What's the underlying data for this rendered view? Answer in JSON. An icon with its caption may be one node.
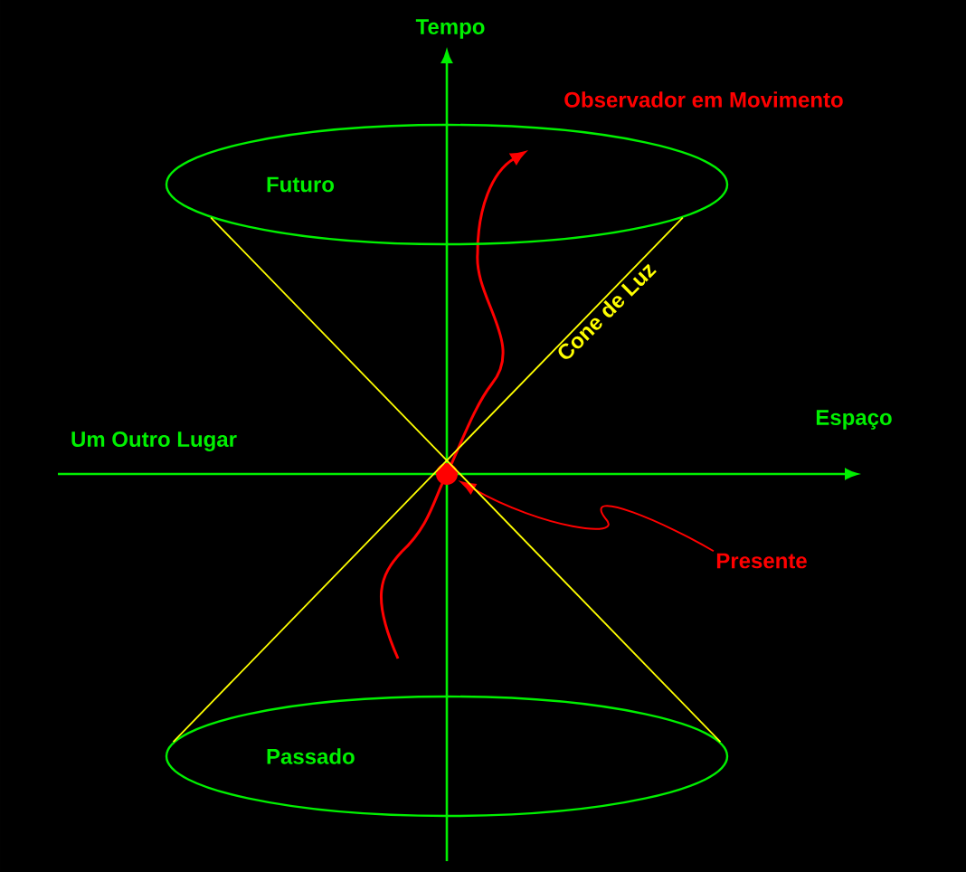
{
  "diagram": {
    "nodes": [
      {
        "text": [
          "Futuro"
        ]
      },
      {
        "text": [
          "Passado"
        ]
      },
      {
        "text": [],
        "shape": "circle"
      },
      {
        "text": [
          "Presente"
        ]
      }
    ],
    "edges": [
      {
        "from": 3,
        "to": 2,
        "arrow": "to",
        "color": "#ff0000"
      },
      {
        "from": 0,
        "to": 1,
        "arrow": "none",
        "color": "#ffff00"
      },
      {
        "from": 0,
        "to": 1,
        "arrow": "none",
        "color": "#ffff00"
      }
    ],
    "labels": [
      "Tempo",
      "Observador em Movimento",
      "Cone de Luz",
      "Espaço",
      "Um Outro Lugar"
    ]
  }
}
